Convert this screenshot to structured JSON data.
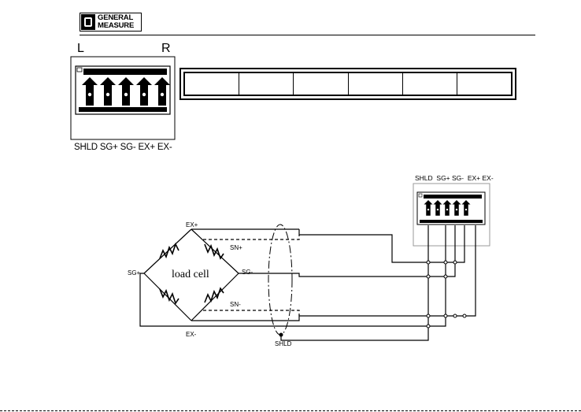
{
  "header": {
    "brand_line1": "GENERAL",
    "brand_line2": "MEASURE"
  },
  "connector_top": {
    "left_label": "L",
    "right_label": "R",
    "pins_label": "SHLD SG+ SG- EX+ EX-",
    "pin_count": 5
  },
  "terminal_table": {
    "cells": [
      "",
      "",
      "",
      "",
      "",
      ""
    ]
  },
  "wiring": {
    "connector_pins_label": "SHLD  SG+ SG-  EX+ EX-",
    "load_cell_label": "load cell",
    "ex_plus": "EX+",
    "ex_minus": "EX-",
    "sn_plus": "SN+",
    "sn_minus": "SN-",
    "sg_plus": "SG+",
    "sg_minus": "SG-",
    "shld": "SHLD"
  }
}
